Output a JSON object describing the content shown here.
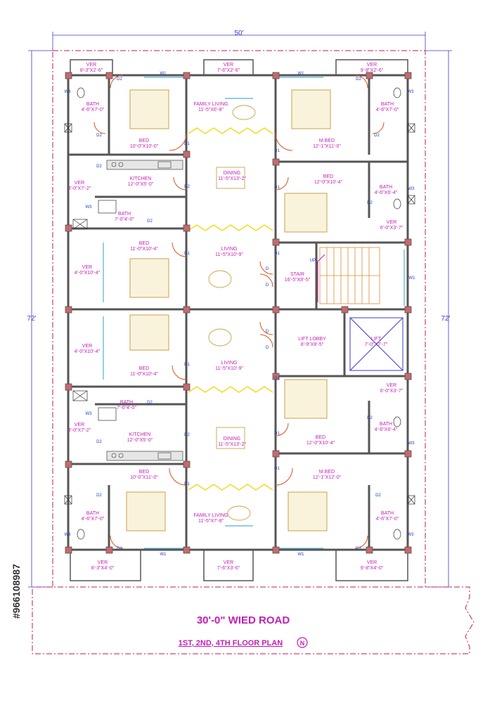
{
  "dimensions": {
    "width": "50'",
    "height": "72'"
  },
  "rooms": [
    {
      "id": "ver-tl",
      "name": "VER",
      "size": "8'-3\"X2'-6\""
    },
    {
      "id": "ver-tc",
      "name": "VER",
      "size": "7'-6\"X2'-6\""
    },
    {
      "id": "ver-tr",
      "name": "VER",
      "size": "9'-8\"X2'-6\""
    },
    {
      "id": "bath-tl",
      "name": "BATH",
      "size": "4'-6\"X7'-0\""
    },
    {
      "id": "family-living-top",
      "name": "FAMILY LIVING",
      "size": "11'-5\"X6'-8\""
    },
    {
      "id": "bath-tr",
      "name": "BATH",
      "size": "4'-6\"X7'-0\""
    },
    {
      "id": "bed-tl",
      "name": "BED",
      "size": "10'-0\"X10'-0\""
    },
    {
      "id": "mbed-tr",
      "name": "M.BED",
      "size": "12'-1\"X11'-0\""
    },
    {
      "id": "ver-l2",
      "name": "VER",
      "size": "4'-0\"X7'-2\""
    },
    {
      "id": "kitchen-top",
      "name": "KITCHEN",
      "size": "12'-0\"X5'-0\""
    },
    {
      "id": "dining-top",
      "name": "DINING",
      "size": "11'-5\"X13'-2\""
    },
    {
      "id": "bed-r2",
      "name": "BED",
      "size": "12'-0\"X10'-4\""
    },
    {
      "id": "bath-r2",
      "name": "BATH",
      "size": "4'-6\"X6'-4\""
    },
    {
      "id": "bath-l3",
      "name": "BATH",
      "size": "7'-0\"4'-0\""
    },
    {
      "id": "ver-r3",
      "name": "VER",
      "size": "6'-0\"X3'-7\""
    },
    {
      "id": "bed-l4",
      "name": "BED",
      "size": "11'-0\"X10'-4\""
    },
    {
      "id": "ver-l4",
      "name": "VER",
      "size": "4'-0\"X10'-4\""
    },
    {
      "id": "living-top",
      "name": "LIVING",
      "size": "11'-5\"X10'-9\""
    },
    {
      "id": "stair",
      "name": "STAIR",
      "size": "16'-5\"X8'-5\""
    },
    {
      "id": "ver-l5",
      "name": "VER",
      "size": "4'-0\"X10'-4\""
    },
    {
      "id": "bed-l5",
      "name": "BED",
      "size": "11'-0\"X10'-4\""
    },
    {
      "id": "living-bot",
      "name": "LIVING",
      "size": "11'-5\"X10'-9\""
    },
    {
      "id": "lift-lobby",
      "name": "LIFT LOBBY",
      "size": "8'-9\"X8'-5\""
    },
    {
      "id": "lift",
      "name": "LIFT",
      "size": "7'-0\"X7'-7\""
    },
    {
      "id": "ver-r6",
      "name": "VER",
      "size": "6'-0\"X3'-7\""
    },
    {
      "id": "bath-l6",
      "name": "BATH",
      "size": "7'-0\"4'-0\""
    },
    {
      "id": "ver-l6",
      "name": "VER",
      "size": "4'-0\"X7'-2\""
    },
    {
      "id": "kitchen-bot",
      "name": "KITCHEN",
      "size": "12'-0\"X5'-0\""
    },
    {
      "id": "dining-bot",
      "name": "DINING",
      "size": "11'-5\"X13'-2\""
    },
    {
      "id": "bed-r6",
      "name": "BED",
      "size": "12'-0\"X10'-4\""
    },
    {
      "id": "bath-r6",
      "name": "BATH",
      "size": "4'-6\"X6'-4\""
    },
    {
      "id": "bed-l7",
      "name": "BED",
      "size": "10'-0\"X11'-0\""
    },
    {
      "id": "mbed-r7",
      "name": "M.BED",
      "size": "12'-1\"X12'-0\""
    },
    {
      "id": "bath-bl",
      "name": "BATH",
      "size": "4'-6\"X7'-0\""
    },
    {
      "id": "family-living-bot",
      "name": "FAMILY LIVING",
      "size": "11'-5\"X7'-8\""
    },
    {
      "id": "bath-br",
      "name": "BATH",
      "size": "4'-6\"X7'-0\""
    },
    {
      "id": "ver-bl",
      "name": "VER",
      "size": "8'-3\"X4'-0\""
    },
    {
      "id": "ver-bc",
      "name": "VER",
      "size": "7'-6\"X3'-6\""
    },
    {
      "id": "ver-br",
      "name": "VER",
      "size": "9'-8\"X4'-0\""
    }
  ],
  "door_labels": {
    "d1": "D1",
    "d2": "D2",
    "d": "D",
    "w1": "W1",
    "w3": "W3",
    "up": "UP"
  },
  "road_label": "30'-0\" WIED ROAD",
  "floor_label": "1ST, 2ND, 4TH FLOOR PLAN",
  "watermark": "#966108987",
  "colors": {
    "wall": "#555555",
    "column": "#c8686e",
    "door": "#e0501e",
    "text": "#c21fb5",
    "dimension": "#3a3ad0",
    "boundary": "#c2185b",
    "window": "#4fb0d8",
    "zigzag": "#f0dc1e",
    "furniture": "#c8a24a"
  }
}
